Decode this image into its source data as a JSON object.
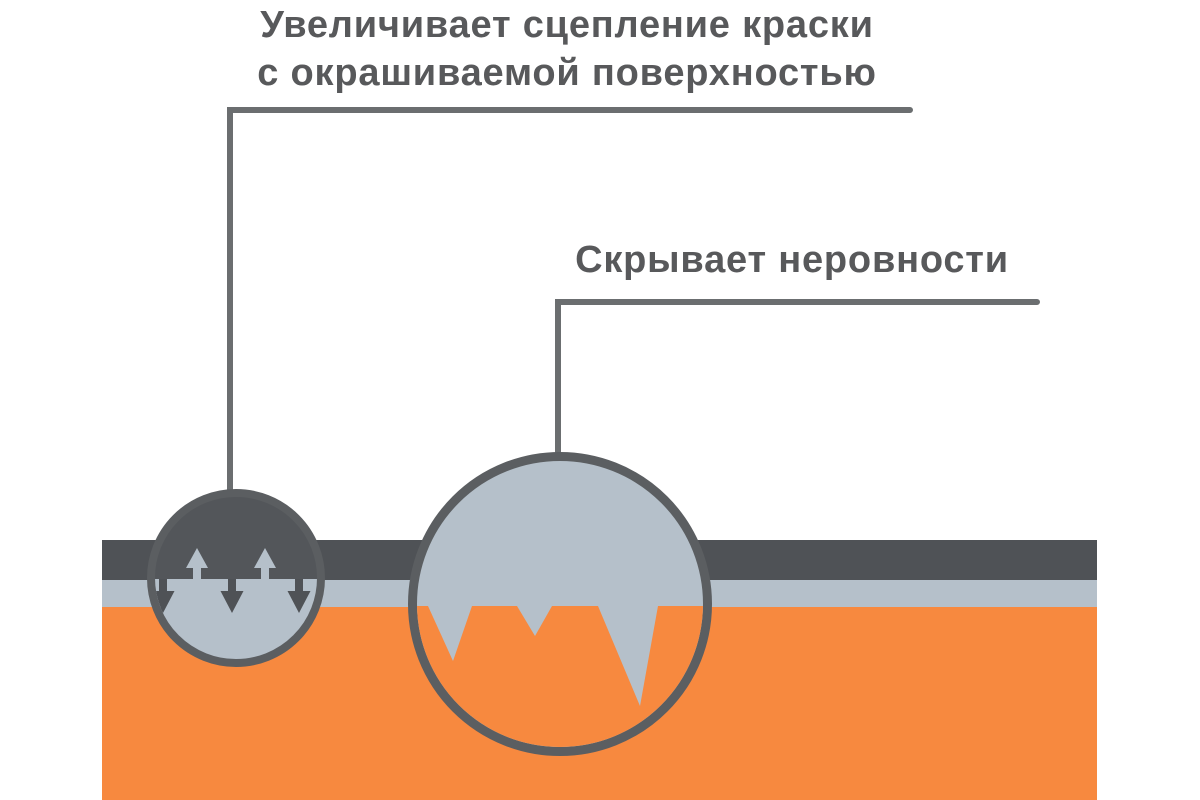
{
  "callout1": {
    "line1": "Увеличивает сцепление краски",
    "line2": "с окрашиваемой поверхностью"
  },
  "callout2": {
    "label": "Скрывает неровности"
  },
  "icons": {
    "lens_small": "magnifier-lens-adhesion",
    "lens_large": "magnifier-lens-smoothing",
    "up_arrow": "adhesion-arrow-up-icon",
    "down_arrow": "adhesion-arrow-down-icon"
  },
  "colors": {
    "background": "#FFFFFF",
    "text": "#58595B",
    "callout_line": "#6B6E70",
    "lens_outline": "#5B5E61",
    "paint_dark_layer": "#4F5256",
    "primer_light_layer": "#B5C0CA",
    "substrate_orange": "#F7893F"
  }
}
